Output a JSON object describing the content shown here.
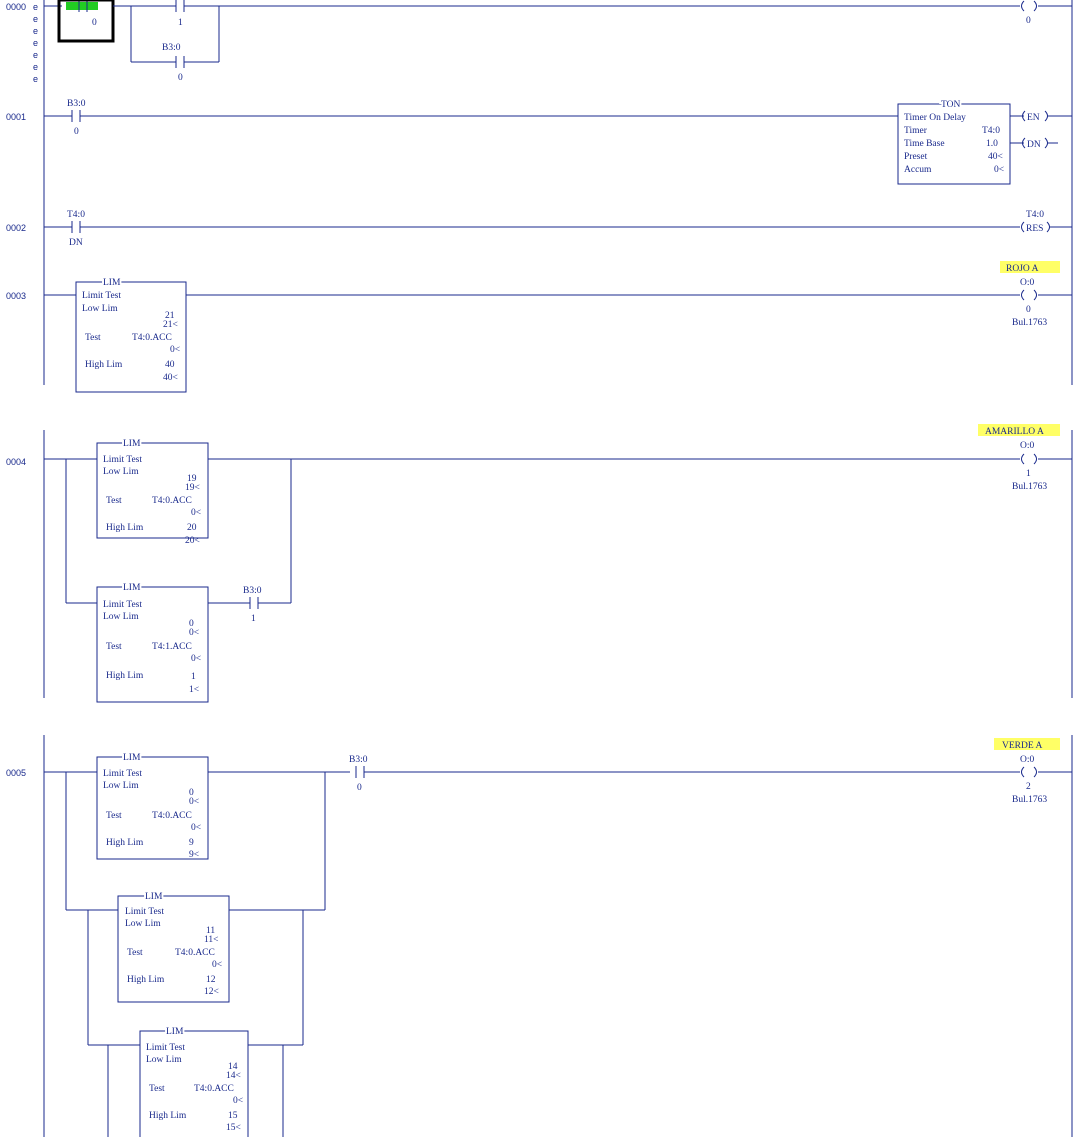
{
  "rungs": [
    {
      "number": "0000",
      "markers": [
        "e",
        "e",
        "e",
        "e",
        "e",
        "e",
        "e"
      ]
    },
    {
      "number": "0001"
    },
    {
      "number": "0002"
    },
    {
      "number": "0003"
    },
    {
      "number": "0004"
    },
    {
      "number": "0005"
    }
  ],
  "rung0": {
    "contact1_bit": "0",
    "contact2_bit": "1",
    "branch_contact_addr": "B3:0",
    "branch_contact_bit": "0",
    "coil_bit": "0"
  },
  "rung1": {
    "contact_addr": "B3:0",
    "contact_bit": "0",
    "ton": {
      "mnemonic": "TON",
      "name": "Timer On Delay",
      "timer_label": "Timer",
      "timer_value": "T4:0",
      "timebase_label": "Time Base",
      "timebase_value": "1.0",
      "preset_label": "Preset",
      "preset_value": "40<",
      "accum_label": "Accum",
      "accum_value": "0<"
    },
    "coil_en": "EN",
    "coil_dn": "DN"
  },
  "rung2": {
    "contact_addr": "T4:0",
    "contact_bit": "DN",
    "coil_addr": "T4:0",
    "coil_type": "RES"
  },
  "rung3": {
    "lim": {
      "mnemonic": "LIM",
      "name": "Limit Test",
      "low_label": "Low Lim",
      "low": "21",
      "low_val": "21<",
      "test_label": "Test",
      "test": "T4:0.ACC",
      "test_val": "0<",
      "high_label": "High Lim",
      "high": "40",
      "high_val": "40<"
    },
    "coil_label": "ROJO A",
    "coil_addr": "O:0",
    "coil_bit": "0",
    "coil_module": "Bul.1763"
  },
  "rung4": {
    "lim1": {
      "mnemonic": "LIM",
      "name": "Limit Test",
      "low_label": "Low Lim",
      "low": "19",
      "low_val": "19<",
      "test_label": "Test",
      "test": "T4:0.ACC",
      "test_val": "0<",
      "high_label": "High Lim",
      "high": "20",
      "high_val": "20<"
    },
    "lim2": {
      "mnemonic": "LIM",
      "name": "Limit Test",
      "low_label": "Low Lim",
      "low": "0",
      "low_val": "0<",
      "test_label": "Test",
      "test": "T4:1.ACC",
      "test_val": "0<",
      "high_label": "High Lim",
      "high": "1",
      "high_val": "1<"
    },
    "contact_addr": "B3:0",
    "contact_bit": "1",
    "coil_label": "AMARILLO A",
    "coil_addr": "O:0",
    "coil_bit": "1",
    "coil_module": "Bul.1763"
  },
  "rung5": {
    "lim1": {
      "mnemonic": "LIM",
      "name": "Limit Test",
      "low_label": "Low Lim",
      "low": "0",
      "low_val": "0<",
      "test_label": "Test",
      "test": "T4:0.ACC",
      "test_val": "0<",
      "high_label": "High Lim",
      "high": "9",
      "high_val": "9<"
    },
    "lim2": {
      "mnemonic": "LIM",
      "name": "Limit Test",
      "low_label": "Low Lim",
      "low": "11",
      "low_val": "11<",
      "test_label": "Test",
      "test": "T4:0.ACC",
      "test_val": "0<",
      "high_label": "High Lim",
      "high": "12",
      "high_val": "12<"
    },
    "lim3": {
      "mnemonic": "LIM",
      "name": "Limit Test",
      "low_label": "Low Lim",
      "low": "14",
      "low_val": "14<",
      "test_label": "Test",
      "test": "T4:0.ACC",
      "test_val": "0<",
      "high_label": "High Lim",
      "high": "15",
      "high_val": "15<"
    },
    "contact_addr": "B3:0",
    "contact_bit": "0",
    "coil_label": "VERDE A",
    "coil_addr": "O:0",
    "coil_bit": "2",
    "coil_module": "Bul.1763"
  },
  "colors": {
    "wire": "#1a2a8c",
    "highlight": "#ffff66",
    "energized": "#22cc22",
    "cursor": "#000000"
  }
}
